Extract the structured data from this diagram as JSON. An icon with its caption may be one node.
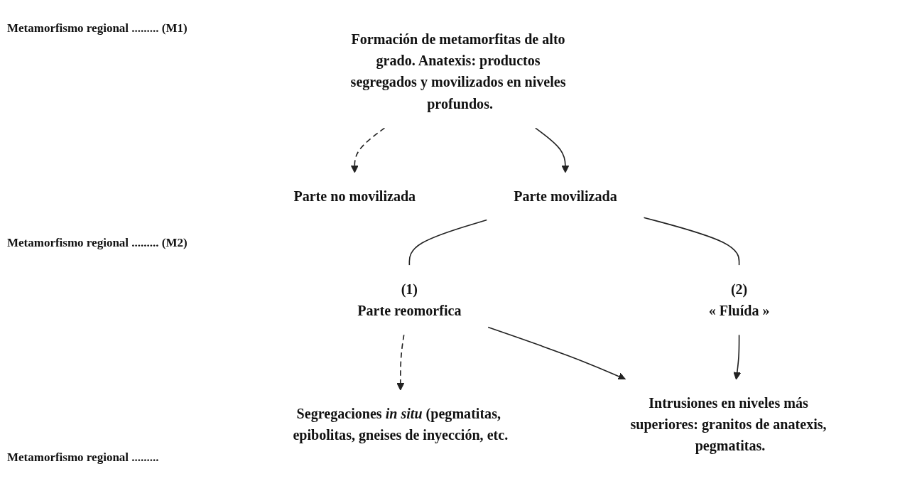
{
  "diagram": {
    "nodes": [
      {
        "text": [
          "Formación de metamorfitas de alto grado. Anatexis: productos segregados y movilizados en niveles profundos."
        ]
      },
      {
        "text": [
          "Parte no movilizada"
        ]
      },
      {
        "text": [
          "Parte movilizada"
        ]
      },
      {
        "text": [
          "(1)",
          "Parte reomorfica"
        ]
      },
      {
        "text": [
          "(2)",
          "« Fluída »"
        ]
      },
      {
        "text": [
          "Segregaciones *in situ* (pegmatitas, epibolitas, gneises de inyección, etc."
        ]
      },
      {
        "text": [
          "Intrusiones en niveles más superiores: granitos de anatexis, pegmatitas."
        ]
      }
    ],
    "edges": [
      {
        "from": 0,
        "to": 1,
        "arrow": "to",
        "style": "dashed"
      },
      {
        "from": 0,
        "to": 2,
        "arrow": "to"
      },
      {
        "from": 2,
        "to": 3,
        "arrow": "none"
      },
      {
        "from": 2,
        "to": 4,
        "arrow": "none"
      },
      {
        "from": 3,
        "to": 5,
        "arrow": "to",
        "style": "dashed"
      },
      {
        "from": 3,
        "to": 6,
        "arrow": "to"
      },
      {
        "from": 4,
        "to": 6,
        "arrow": "to"
      }
    ],
    "labels": [
      "Metamorfismo regional ......... (M1)",
      "Metamorfismo regional ......... (M2)",
      "Metamorfismo regional ........."
    ]
  }
}
